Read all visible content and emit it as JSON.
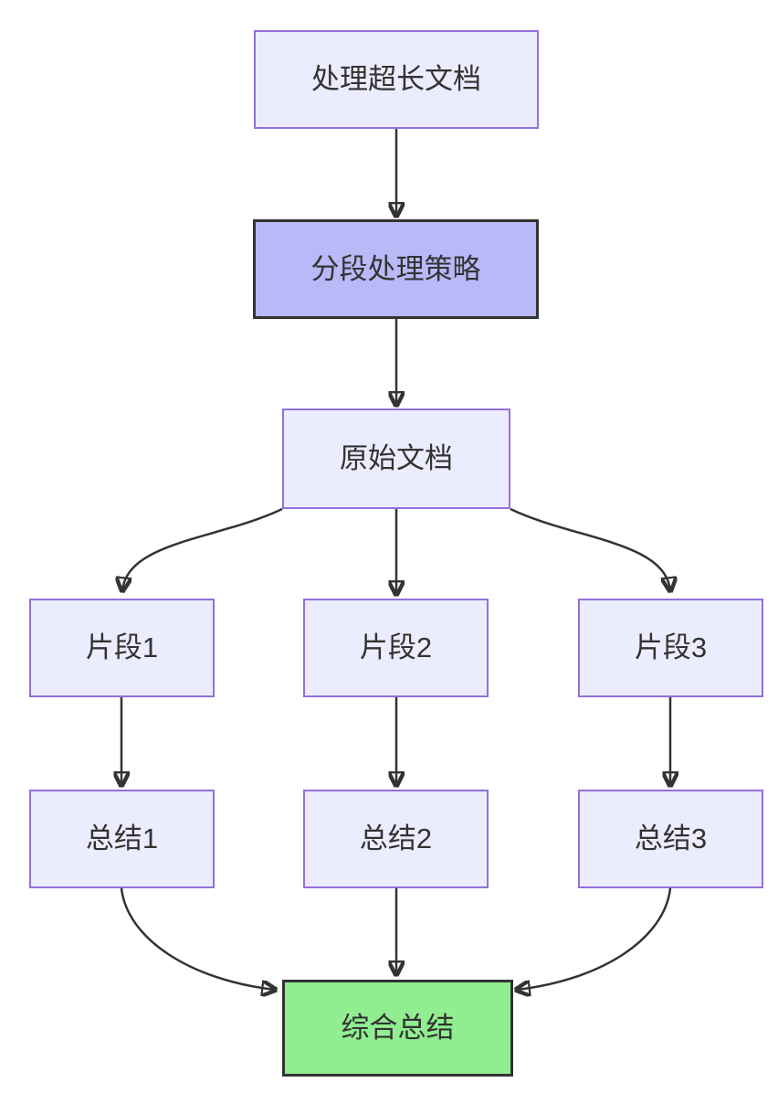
{
  "diagram": {
    "type": "flowchart-top-down",
    "nodes": [
      {
        "id": "start",
        "label": "处理超长文档",
        "style": "default"
      },
      {
        "id": "strategy",
        "label": "分段处理策略",
        "style": "emphasis"
      },
      {
        "id": "original",
        "label": "原始文档",
        "style": "default"
      },
      {
        "id": "frag1",
        "label": "片段1",
        "style": "default"
      },
      {
        "id": "frag2",
        "label": "片段2",
        "style": "default"
      },
      {
        "id": "frag3",
        "label": "片段3",
        "style": "default"
      },
      {
        "id": "sum1",
        "label": "总结1",
        "style": "default"
      },
      {
        "id": "sum2",
        "label": "总结2",
        "style": "default"
      },
      {
        "id": "sum3",
        "label": "总结3",
        "style": "default"
      },
      {
        "id": "final",
        "label": "综合总结",
        "style": "success"
      }
    ],
    "edges": [
      {
        "from": "start",
        "to": "strategy"
      },
      {
        "from": "strategy",
        "to": "original"
      },
      {
        "from": "original",
        "to": "frag1"
      },
      {
        "from": "original",
        "to": "frag2"
      },
      {
        "from": "original",
        "to": "frag3"
      },
      {
        "from": "frag1",
        "to": "sum1"
      },
      {
        "from": "frag2",
        "to": "sum2"
      },
      {
        "from": "frag3",
        "to": "sum3"
      },
      {
        "from": "sum1",
        "to": "final"
      },
      {
        "from": "sum2",
        "to": "final"
      },
      {
        "from": "sum3",
        "to": "final"
      }
    ],
    "colors": {
      "background": "#ffffff",
      "node_fill": "#ECECFF",
      "node_border": "#9370DB",
      "emphasis_fill": "#B9B9F8",
      "emphasis_border": "#333333",
      "success_fill": "#90EE90",
      "success_border": "#333333",
      "edge": "#333333",
      "text": "#333333"
    }
  }
}
